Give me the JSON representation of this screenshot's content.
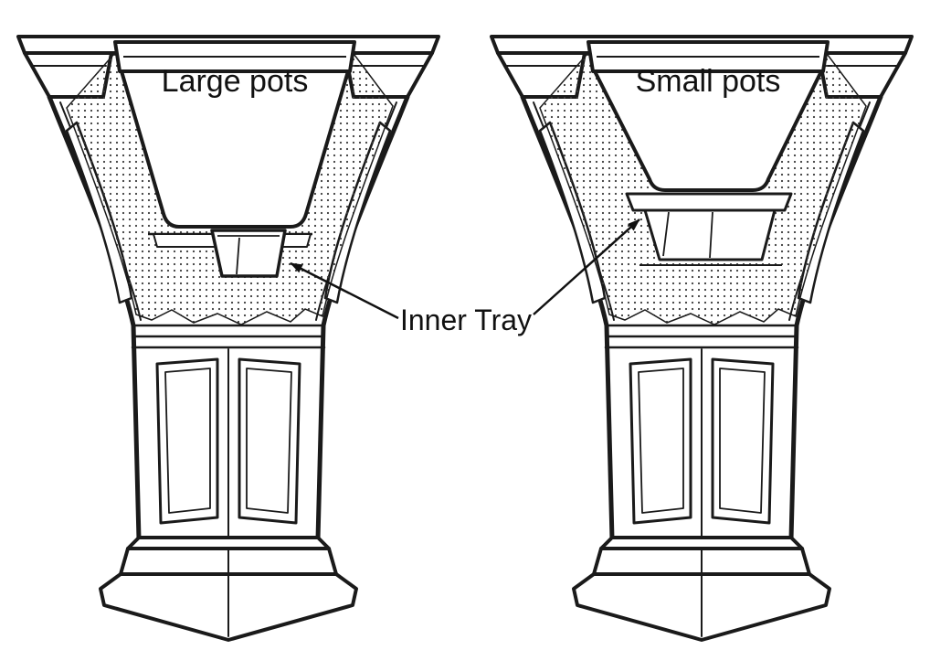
{
  "diagram": {
    "background_color": "#ffffff",
    "line_color": "#1a1a1a",
    "figures": [
      {
        "name": "large-pots-planter",
        "label": "Large pots"
      },
      {
        "name": "small-pots-planter",
        "label": "Small pots"
      }
    ],
    "annotation": {
      "label": "Inner Tray",
      "arrow_icons": [
        "arrow-to-left-inner-tray",
        "arrow-to-right-inner-tray"
      ]
    }
  }
}
